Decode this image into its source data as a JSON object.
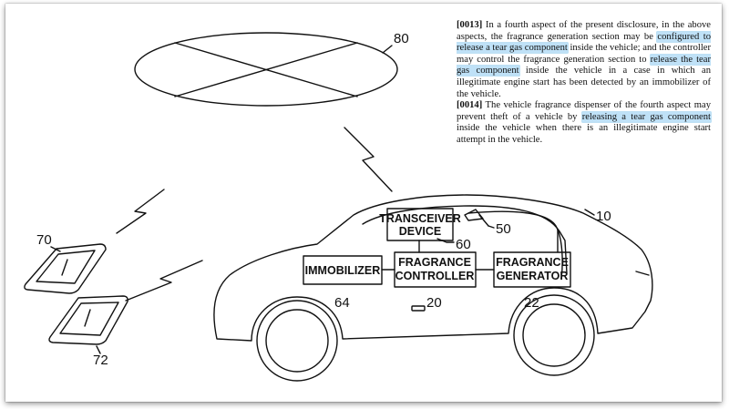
{
  "figure": {
    "refs": {
      "sky_antenna": "80",
      "phone_top": "70",
      "phone_bottom": "72",
      "vehicle": "10",
      "dispenser": "50",
      "transceiver": "60",
      "immobilizer": "64",
      "controller": "20",
      "generator": "22"
    },
    "boxes": {
      "transceiver": [
        "TRANSCEIVER",
        "DEVICE"
      ],
      "immobilizer": [
        "IMMOBILIZER"
      ],
      "controller": [
        "FRAGRANCE",
        "CONTROLLER"
      ],
      "generator": [
        "FRAGRANCE",
        "GENERATOR"
      ]
    }
  },
  "patent_text": {
    "p13": {
      "num": "[0013]",
      "t1": " In a fourth aspect of the present disclosure, in the above aspects, the fragrance generation section may be ",
      "h1": "configured to release a tear gas component",
      "t2": " inside the vehicle; and the controller may control the fragrance generation section to ",
      "h2": "release the tear gas component",
      "t3": " inside the vehicle in a case in which an illegitimate engine start has been detected by an immobilizer of the vehicle."
    },
    "p14": {
      "num": "[0014]",
      "t1": " The vehicle fragrance dispenser of the fourth aspect may prevent theft of a vehicle by ",
      "h1": "releasing a tear gas component",
      "t2": " inside the vehicle when there is an illegitimate engine start attempt in the vehicle."
    }
  }
}
